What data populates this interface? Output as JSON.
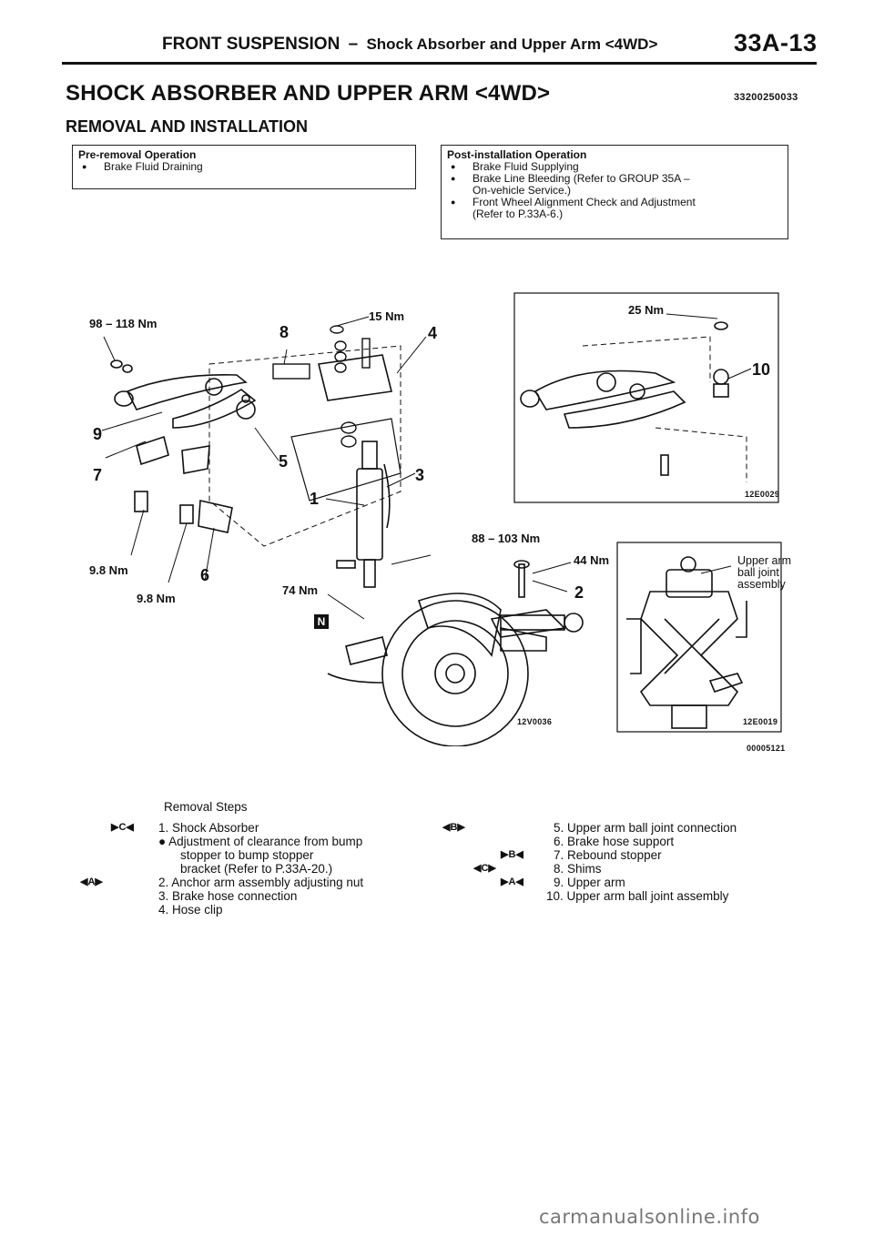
{
  "header": {
    "section": "FRONT SUSPENSION",
    "dash": "–",
    "subsection": "Shock Absorber and Upper Arm <4WD>",
    "page_number": "33A-13"
  },
  "title": "SHOCK ABSORBER AND UPPER ARM <4WD>",
  "doc_id": "33200250033",
  "subtitle": "REMOVAL AND INSTALLATION",
  "pre_removal": {
    "heading": "Pre-removal Operation",
    "items": [
      "Brake Fluid Draining"
    ]
  },
  "post_install": {
    "heading": "Post-installation Operation",
    "items": [
      {
        "line1": "Brake Fluid Supplying",
        "line2": ""
      },
      {
        "line1": "Brake Line Bleeding (Refer to GROUP 35A –",
        "line2": "On-vehicle Service.)"
      },
      {
        "line1": "Front Wheel Alignment Check and Adjustment",
        "line2": "(Refer to P.33A-6.)"
      }
    ]
  },
  "diagram": {
    "torques": {
      "t98_118": "98 – 118 Nm",
      "t15": "15 Nm",
      "t25": "25 Nm",
      "t88_103": "88 – 103 Nm",
      "t44": "44 Nm",
      "t74": "74 Nm",
      "t98a": "9.8 Nm",
      "t98b": "9.8 Nm"
    },
    "callouts": {
      "c1": "1",
      "c2": "2",
      "c3": "3",
      "c4": "4",
      "c5": "5",
      "c6": "6",
      "c7": "7",
      "c8": "8",
      "c9": "9",
      "c10": "10"
    },
    "n_mark": "N",
    "codes": {
      "main": "12V0036",
      "inset_top": "12E0029",
      "inset_bottom": "12E0019",
      "figure": "00005121"
    },
    "inset_label": [
      "Upper arm",
      "ball joint",
      "assembly"
    ]
  },
  "removal": {
    "heading": "Removal Steps",
    "left": [
      {
        "mark": "▶C◀",
        "text": "1. Shock Absorber"
      },
      {
        "mark": "",
        "text": "● Adjustment of clearance from bump"
      },
      {
        "mark": "",
        "text": "stopper to bump stopper"
      },
      {
        "mark": "",
        "text": "bracket (Refer to P.33A-20.)"
      },
      {
        "mark": "◀A▶",
        "text": "2. Anchor arm assembly adjusting nut"
      },
      {
        "mark": "",
        "text": "3. Brake hose connection"
      },
      {
        "mark": "",
        "text": "4. Hose clip"
      }
    ],
    "right": [
      {
        "mark": "◀B▶",
        "text": "5. Upper arm ball joint connection"
      },
      {
        "mark": "",
        "text": "6. Brake hose support"
      },
      {
        "mark": "▶B◀",
        "text": "7. Rebound stopper"
      },
      {
        "mark": "◀C▶",
        "text": "8. Shims"
      },
      {
        "mark": "▶A◀",
        "text": "9. Upper arm"
      },
      {
        "mark": "",
        "text": "10. Upper arm ball joint assembly"
      }
    ]
  },
  "watermark": "carmanualsonline.info"
}
